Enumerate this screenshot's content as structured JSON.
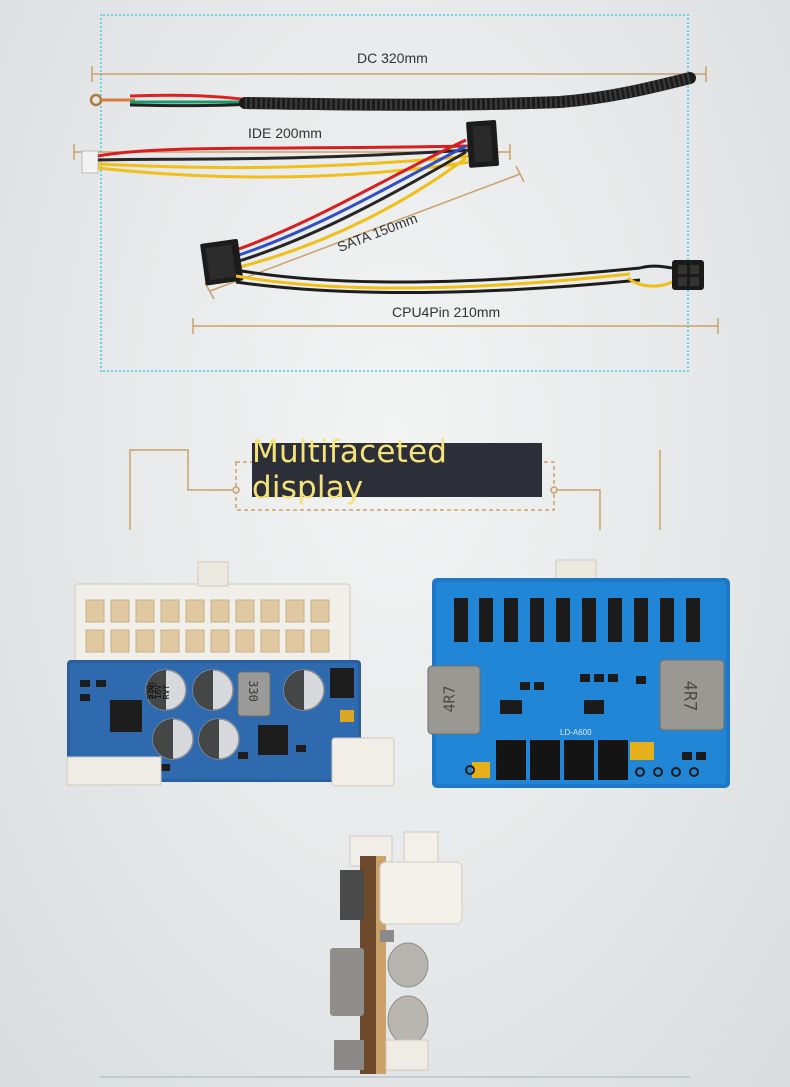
{
  "cables": {
    "dc_label": "DC 320mm",
    "ide_label": "IDE 200mm",
    "sata_label": "SATA 150mm",
    "cpu_label": "CPU4Pin 210mm"
  },
  "section": {
    "title": "Multifaceted display"
  },
  "board_front": {
    "capacitor_text": [
      "220",
      "16V",
      "RVT"
    ],
    "inductor_text": "330"
  },
  "board_back": {
    "inductor_text": "4R7",
    "silkscreen": "LD-A600"
  }
}
